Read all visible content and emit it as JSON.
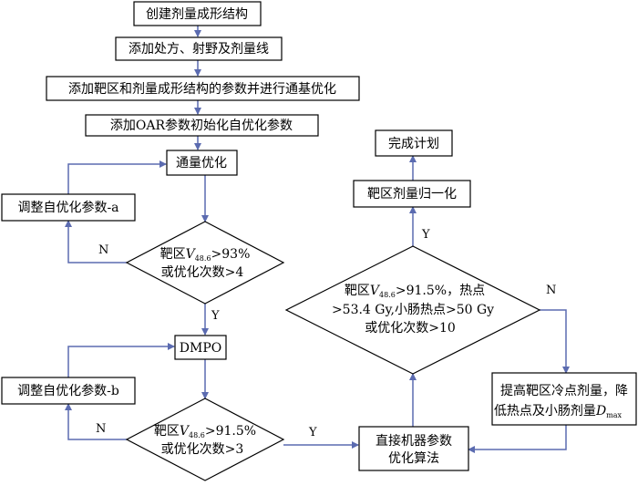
{
  "colors": {
    "connector": "#5b6bb0",
    "box_stroke": "#000000"
  },
  "steps": {
    "s1": "创建剂量成形结构",
    "s2": "添加处方、射野及剂量线",
    "s3": "添加靶区和剂量成形结构的参数并进行通基优化",
    "s4": "添加OAR参数初始化自优化参数",
    "flux": "通量优化",
    "adjust_a": "调整自优化参数-a",
    "dmpo": "DMPO",
    "adjust_b": "调整自优化参数-b",
    "direct_line1": "直接机器参数",
    "direct_line2": "优化算法",
    "normalize": "靶区剂量归一化",
    "complete": "完成计划",
    "raise_line1": "提高靶区冷点剂量，降",
    "raise_line2_pre": "低热点及小肠剂量",
    "raise_D": "D",
    "raise_sub": "max"
  },
  "decisions": {
    "d1": {
      "l1_pre": "靶区",
      "V": "V",
      "sub": "48.6",
      "l1_post": ">93%",
      "l2": "或优化次数>4"
    },
    "d2": {
      "l1_pre": "靶区",
      "V": "V",
      "sub": "48.6",
      "l1_post": ">91.5%",
      "l2": "或优化次数>3"
    },
    "d3": {
      "l1_pre": "靶区",
      "V": "V",
      "sub": "48.6",
      "l1_post": ">91.5%，热点",
      "l2": ">53.4 Gy,小肠热点>50 Gy",
      "l3": "或优化次数>10"
    }
  },
  "labels": {
    "n1": "N",
    "y1": "Y",
    "n2": "N",
    "y2": "Y",
    "y3": "Y",
    "n3": "N"
  }
}
